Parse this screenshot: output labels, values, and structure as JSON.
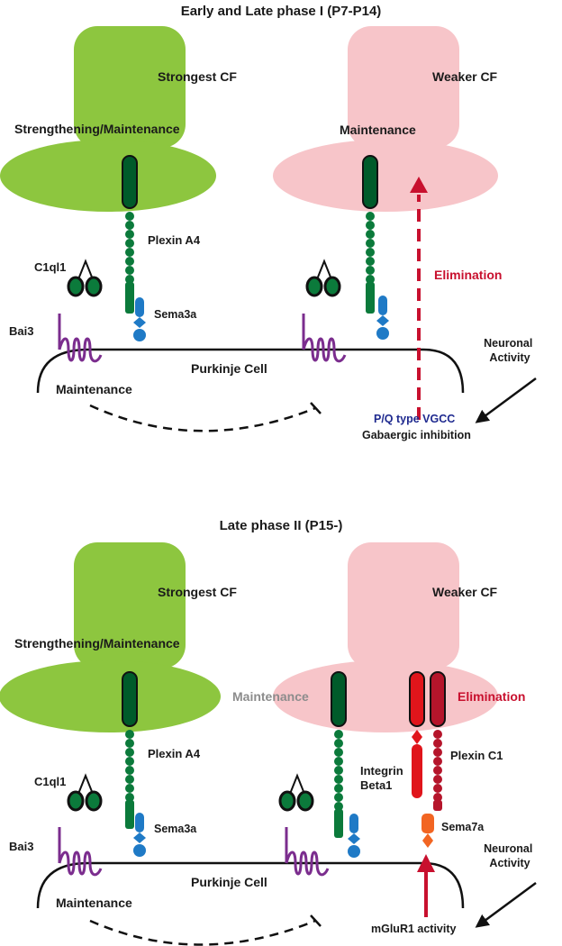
{
  "colors": {
    "strongest_cf": "#8dc63f",
    "weaker_cf": "#f7c5c9",
    "receptor_dark_green": "#005b2a",
    "bead_green": "#0b7a3b",
    "sema3a_blue": "#1f7ac6",
    "bai3_purple": "#7b2d8e",
    "elimination_red": "#c8102e",
    "integrin_red": "#e0151b",
    "plexin_c1_red": "#b5152b",
    "sema7a_orange": "#f26522",
    "vgcc_blue": "#1f2a8f",
    "maintenance_gray": "#8c8c8c"
  },
  "panel_top": {
    "title": "Early and Late phase I (P7-P14)",
    "strongest_cf_label": "Strongest CF",
    "weaker_cf_label": "Weaker CF",
    "strong_role": "Strengthening/Maintenance",
    "weak_role": "Maintenance",
    "plexin_a4": "Plexin A4",
    "c1ql1": "C1ql1",
    "sema3a": "Sema3a",
    "bai3": "Bai3",
    "purkinje": "Purkinje Cell",
    "maintenance": "Maintenance",
    "elimination": "Elimination",
    "neuronal_line1": "Neuronal",
    "neuronal_line2": "Activity",
    "vgcc": "P/Q type VGCC",
    "gaba": "Gabaergic inhibition"
  },
  "panel_bottom": {
    "title": "Late phase II (P15-)",
    "strongest_cf_label": "Strongest CF",
    "weaker_cf_label": "Weaker CF",
    "strong_role": "Strengthening/Maintenance",
    "weak_maintenance": "Maintenance",
    "weak_elimination": "Elimination",
    "plexin_a4": "Plexin A4",
    "c1ql1": "C1ql1",
    "sema3a": "Sema3a",
    "bai3": "Bai3",
    "integrin_line1": "Integrin",
    "integrin_line2": "Beta1",
    "plexin_c1": "Plexin C1",
    "sema7a": "Sema7a",
    "purkinje": "Purkinje Cell",
    "maintenance": "Maintenance",
    "neuronal_line1": "Neuronal",
    "neuronal_line2": "Activity",
    "mglur1": "mGluR1 activity"
  }
}
